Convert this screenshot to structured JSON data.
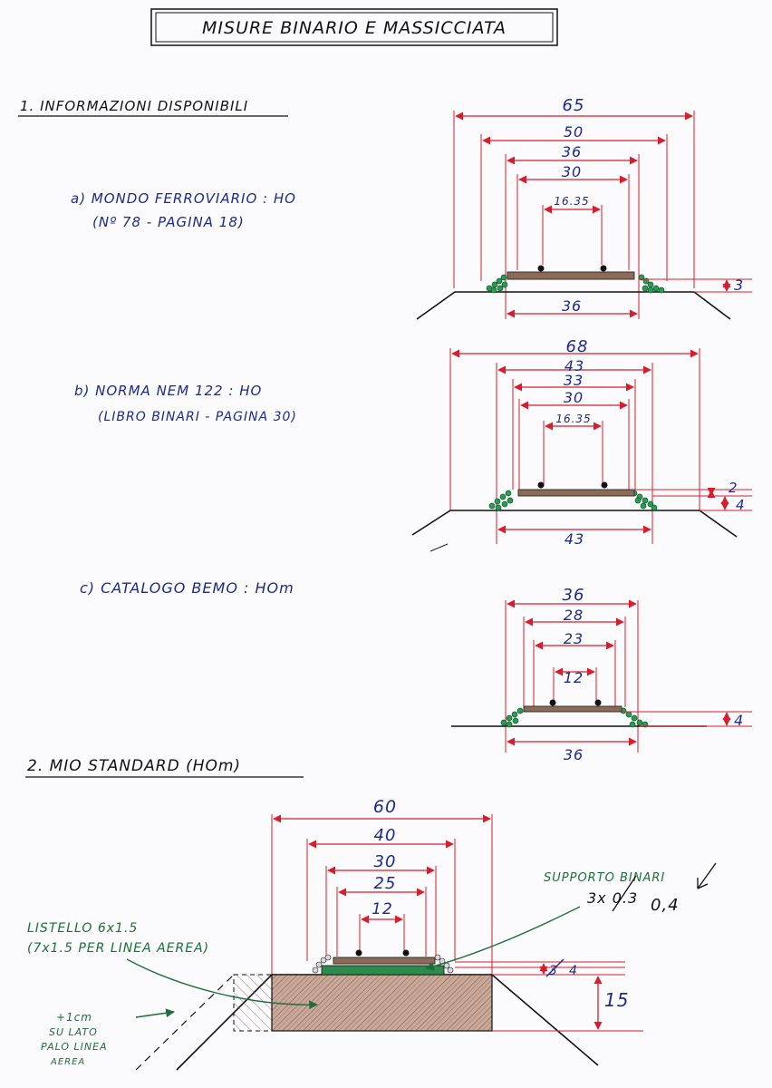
{
  "title": "MISURE BINARIO E MASSICCIATA",
  "section1": {
    "heading": "1. INFORMAZIONI DISPONIBILI",
    "a": {
      "label_line1": "a) MONDO FERROVIARIO : HO",
      "label_line2": "(Nº 78 - PAGINA 18)",
      "dims": [
        "65",
        "50",
        "36",
        "30",
        "16.35"
      ],
      "bottom": "36",
      "side": "3"
    },
    "b": {
      "label_line1": "b) NORMA NEM 122 : HO",
      "label_line2": "(LIBRO BINARI - PAGINA 30)",
      "dims": [
        "68",
        "43",
        "33",
        "30",
        "16.35"
      ],
      "bottom": "43",
      "side_top": "2",
      "side_bottom": "4"
    },
    "c": {
      "label": "c) CATALOGO BEMO : HOm",
      "dims": [
        "36",
        "28",
        "23",
        "12"
      ],
      "bottom": "36",
      "side": "4"
    }
  },
  "section2": {
    "heading": "2. MIO STANDARD (HOm)",
    "dims": [
      "60",
      "40",
      "30",
      "25",
      "12"
    ],
    "side_left": "3",
    "side_right": "4",
    "height": "15",
    "note_support_line1": "SUPPORTO BINARI",
    "note_support_line2": "3x 0.3",
    "note_support_fix": "0,4",
    "note_strip_line1": "LISTELLO 6x1.5",
    "note_strip_line2": "(7x1.5 PER LINEA AEREA)",
    "note_extra_line1": "+1cm",
    "note_extra_line2": "SU LATO",
    "note_extra_line3": "PALO LINEA",
    "note_extra_line4": "AEREA"
  }
}
